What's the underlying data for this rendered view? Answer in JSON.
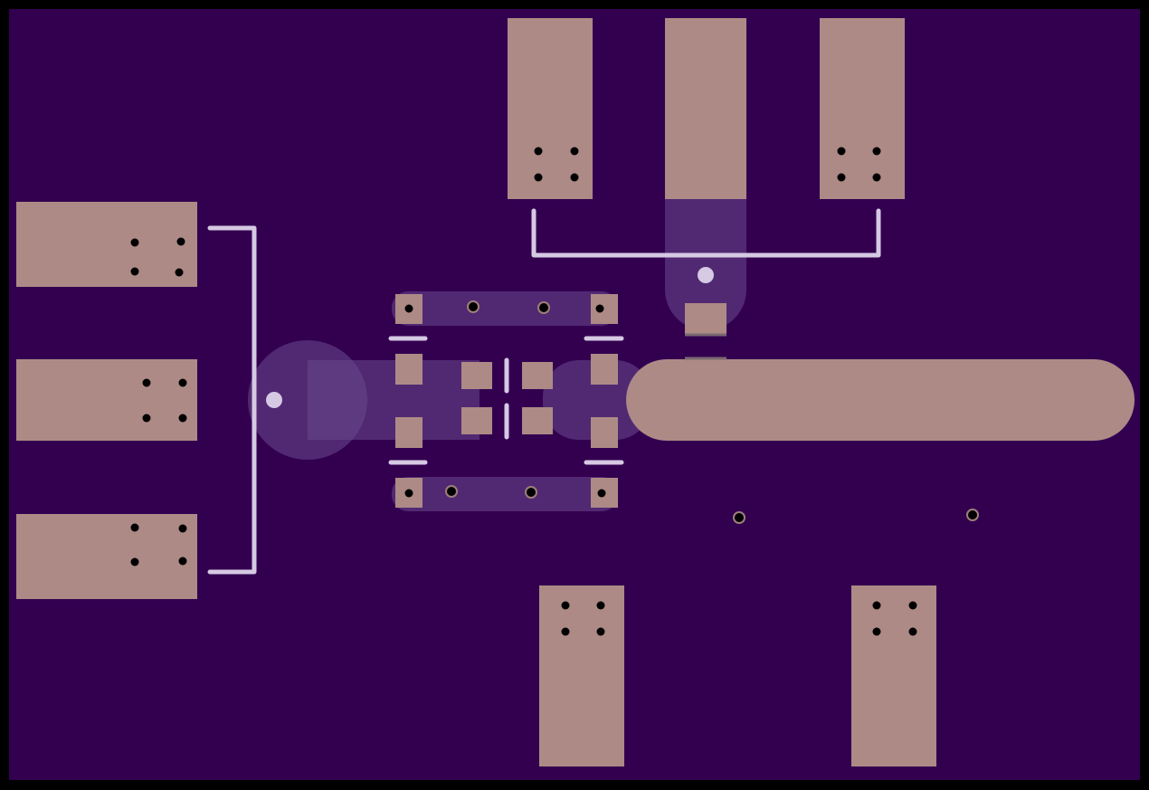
{
  "colors": {
    "frame": "#000000",
    "board": "#330050",
    "copper_pad": "#ad8a86",
    "silkscreen": "#d6c9e3",
    "trace_overlay": "#6a4a8e",
    "drill": "#000000",
    "via_ring": "#9c7f7a"
  },
  "layers": [
    "top-copper",
    "silkscreen",
    "drill"
  ],
  "connectors": {
    "left": {
      "count": 3,
      "label": ""
    },
    "top": {
      "count": 3,
      "label": ""
    },
    "bottom": {
      "count": 2,
      "label": ""
    }
  },
  "ic": {
    "package": "QFN-style",
    "pads_per_side": 2,
    "center_pads": 4
  },
  "vias_count": 6
}
